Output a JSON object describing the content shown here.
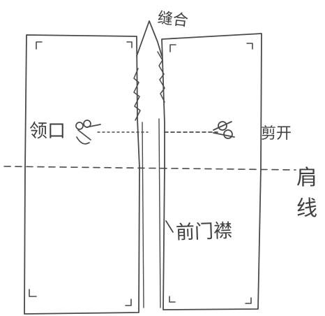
{
  "labels": {
    "seam": "缝合",
    "collar": "领口",
    "cut": "剪开",
    "shoulder_top": "肩",
    "shoulder_bottom": "线",
    "front_placket": "前门襟"
  },
  "colors": {
    "paper": "#ffffff",
    "pencil": "#4a4a4a",
    "text": "#3f3f3f"
  },
  "icons": {
    "scissors_left": "scissors-icon",
    "scissors_right": "scissors-icon"
  }
}
